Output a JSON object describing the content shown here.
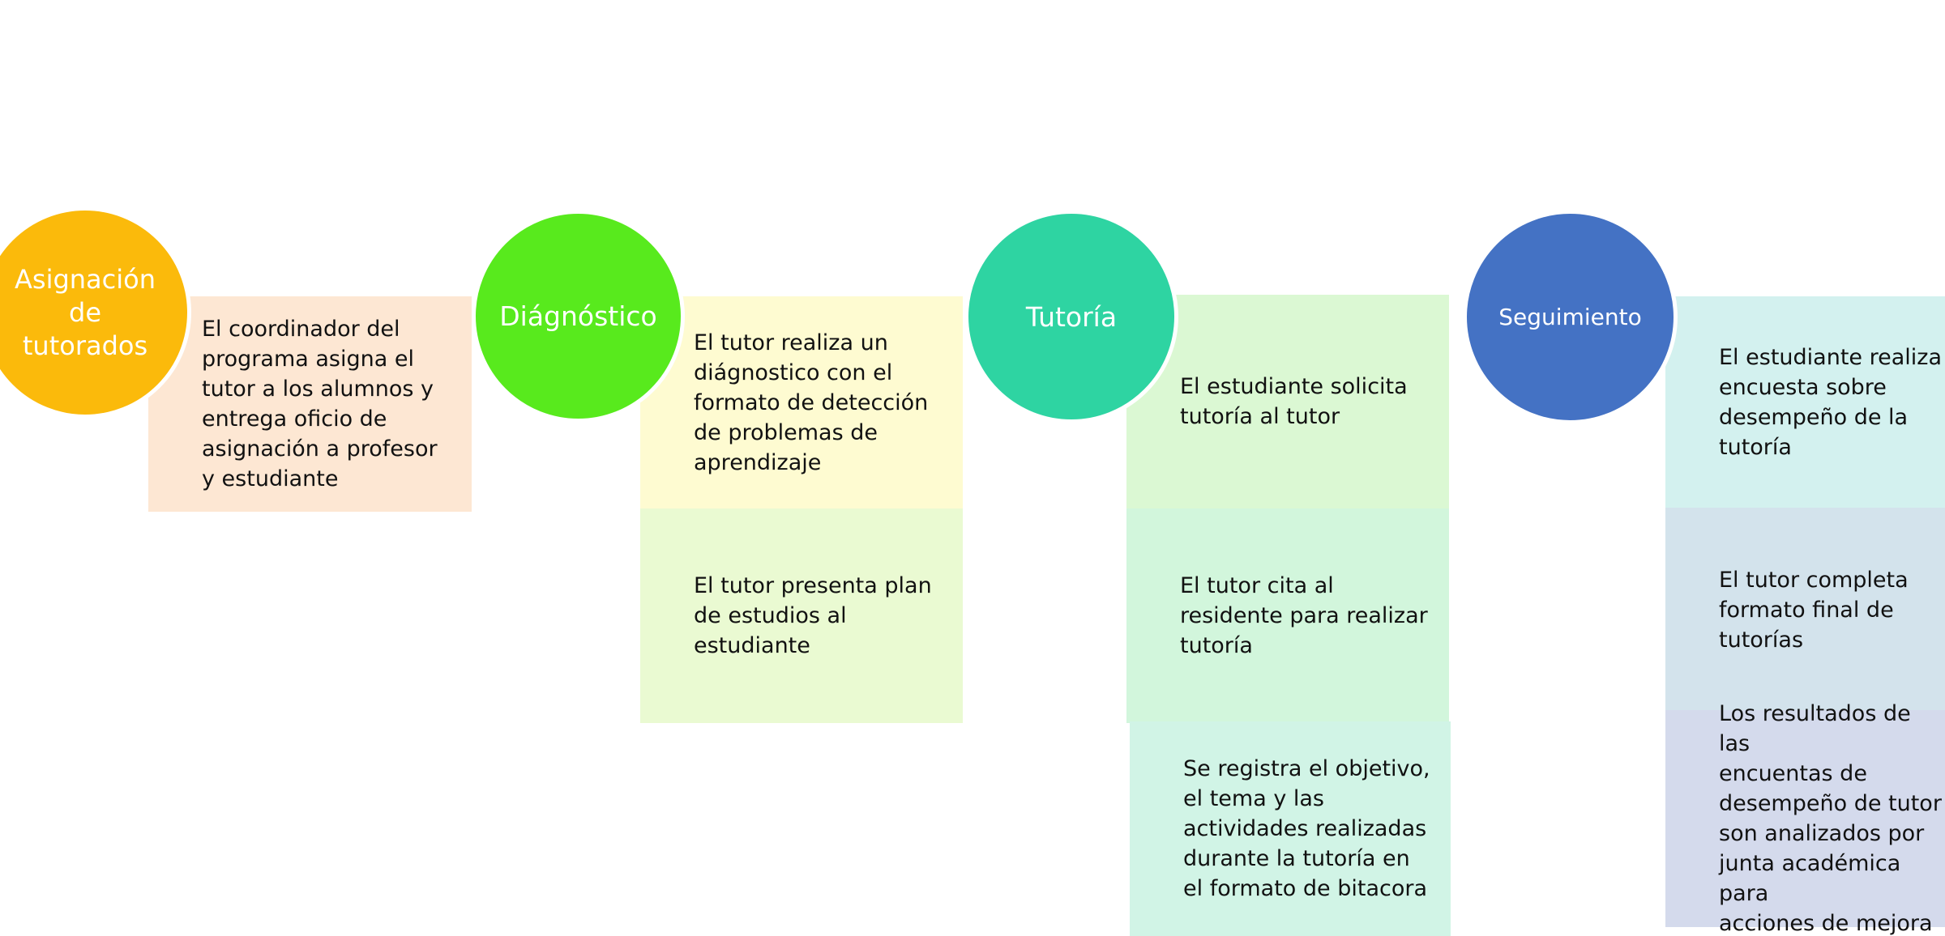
{
  "colors": {
    "stage1_circle": "#FBBA0B",
    "stage1_box1": "#FDE7D3",
    "stage2_circle": "#58EA1D",
    "stage2_box1": "#FEFBD1",
    "stage2_box2": "#EAFAD2",
    "stage3_circle": "#2ED4A2",
    "stage3_box1": "#DBF8D3",
    "stage3_box2": "#D2F6DC",
    "stage3_box3": "#D1F4E6",
    "stage4_circle": "#4472C4",
    "stage4_box1": "#D3F1EF",
    "stage4_box2": "#D3E3EC",
    "stage4_box3": "#D4DAEC"
  },
  "stages": [
    {
      "title": "Asignación\nde\ntutorados",
      "steps": [
        "El coordinador del\nprograma asigna el\ntutor a los alumnos y\nentrega oficio de\nasignación a profesor\ny estudiante"
      ]
    },
    {
      "title": "Diágnóstico",
      "steps": [
        "El tutor realiza un\ndiágnostico con el\nformato de detección\nde problemas de\naprendizaje",
        "El tutor presenta plan\nde estudios al\nestudiante"
      ]
    },
    {
      "title": "Tutoría",
      "steps": [
        "El estudiante solicita\ntutoría al tutor",
        "El tutor cita al\nresidente para realizar\ntutoría",
        "Se registra el objetivo,\nel tema y las\nactividades realizadas\ndurante la tutoría en\nel formato de bitacora"
      ]
    },
    {
      "title": "Seguimiento",
      "steps": [
        "El estudiante realiza\nencuesta sobre\ndesempeño de la\ntutoría",
        "El tutor completa\nformato final de\ntutorías",
        "Los resultados de las\nencuentas de\ndesempeño de tutor\nson analizados por\njunta académica para\nacciones de mejora"
      ]
    }
  ]
}
